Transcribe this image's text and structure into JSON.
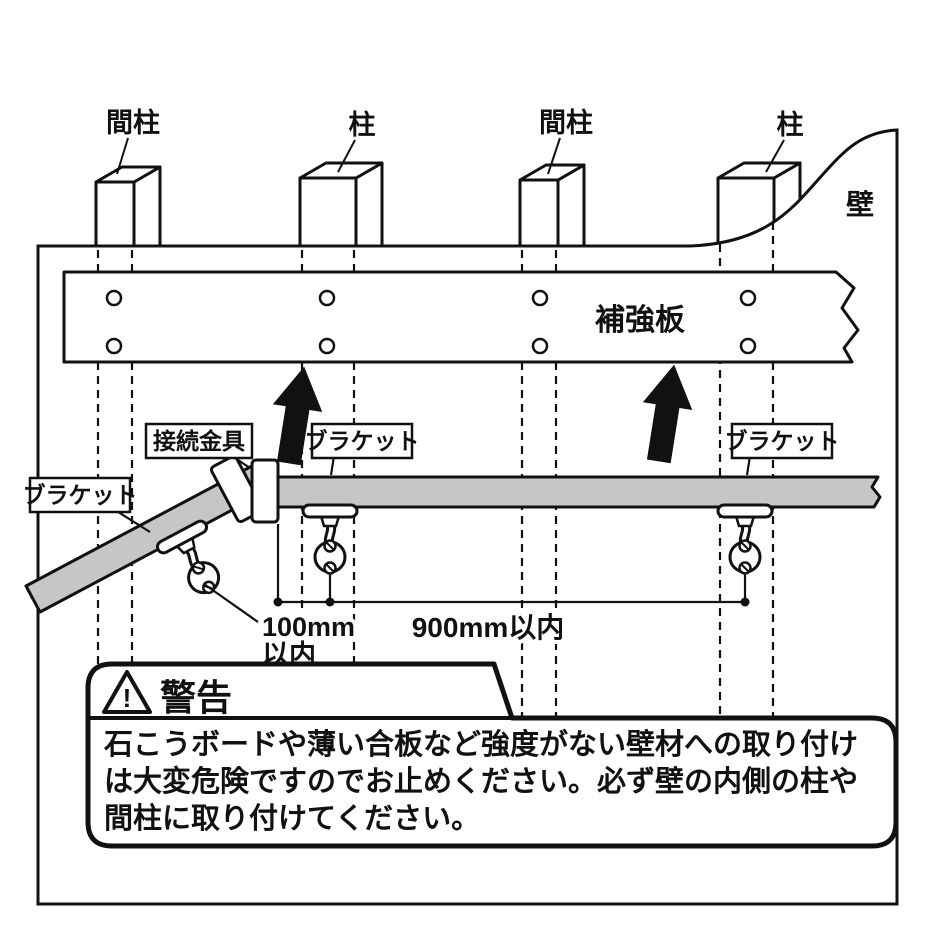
{
  "stud_labels": [
    "間柱",
    "柱",
    "間柱",
    "柱"
  ],
  "wall_label": "壁",
  "board_label": "補強板",
  "callouts": {
    "connector": "接続金具",
    "bracket": "ブラケット"
  },
  "dimensions": {
    "d100_value": "100mm",
    "d100_unit": "以内",
    "d900": "900mm以内"
  },
  "warning": {
    "icon_mark": "!",
    "title": "警告",
    "lines": [
      "石こうボードや薄い合板など強度がない壁材への取り付け",
      "は大変危険ですのでお止めください。必ず壁の内側の柱や",
      "間柱に取り付けてください。"
    ]
  },
  "colors": {
    "ink": "#111111",
    "rail": "#c6c6c6",
    "paper": "#ffffff"
  }
}
